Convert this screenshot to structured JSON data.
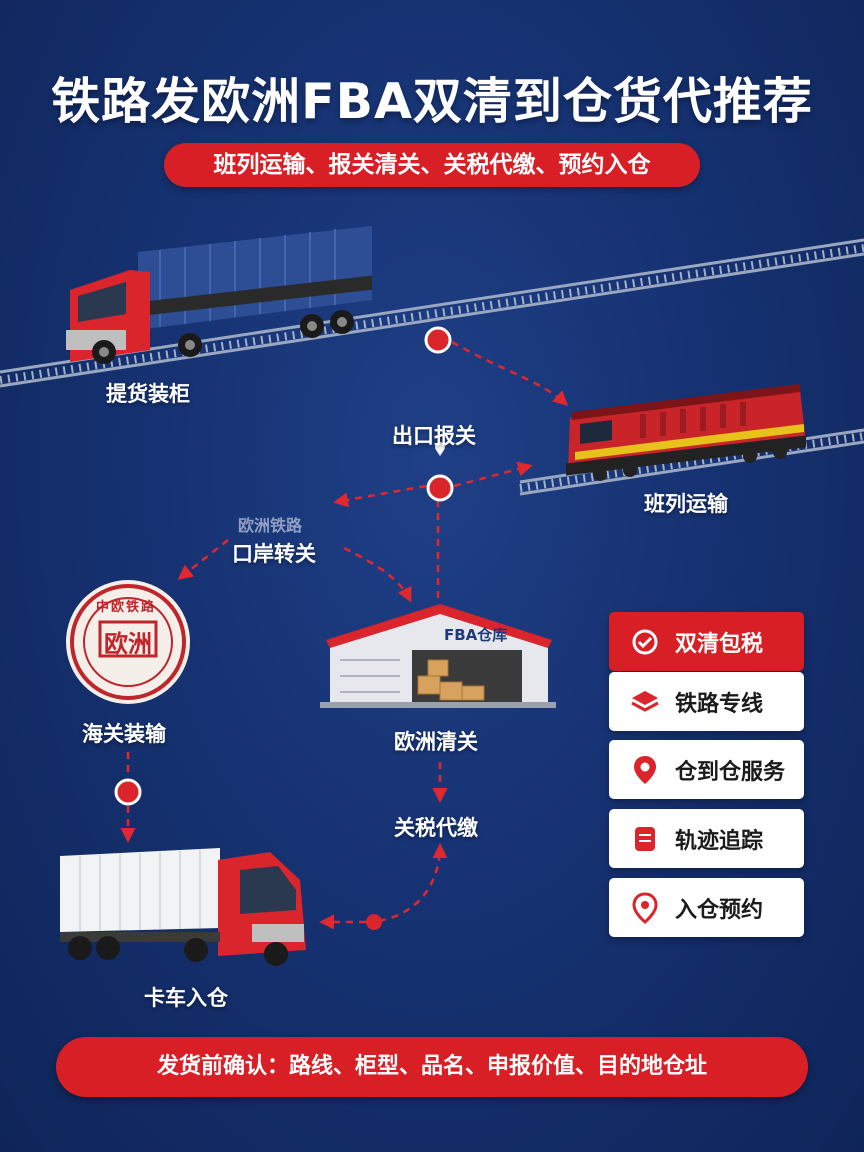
{
  "header": {
    "title": "铁路发欧洲FBA双清到仓货代推荐",
    "subtitle": "班列运输、报关清关、关税代缴、预约入仓"
  },
  "steps": {
    "pickup": "提货装柜",
    "export_declaration": "出口报关",
    "train_transport": "班列运输",
    "ghost_text": "欧洲铁路",
    "port_transfer": "口岸转关",
    "customs_loading": "海关装输",
    "eu_clearance": "欧洲清关",
    "duty_payment": "关税代缴",
    "truck_delivery": "卡车入仓"
  },
  "warehouse": {
    "sign": "FBA仓库"
  },
  "seal": {
    "ring_text": "中欧铁路",
    "center_text": "欧洲"
  },
  "features": [
    {
      "label": "双清包税",
      "icon": "check-circle-icon"
    },
    {
      "label": "铁路专线",
      "icon": "layers-icon"
    },
    {
      "label": "仓到仓服务",
      "icon": "location-pin-icon"
    },
    {
      "label": "轨迹追踪",
      "icon": "database-icon"
    },
    {
      "label": "入仓预约",
      "icon": "location-pin-icon"
    }
  ],
  "footer": {
    "note": "发货前确认：路线、柜型、品名、申报价值、目的地仓址"
  },
  "colors": {
    "accent": "#d91f26",
    "background": "#163272",
    "card": "#ffffff"
  }
}
